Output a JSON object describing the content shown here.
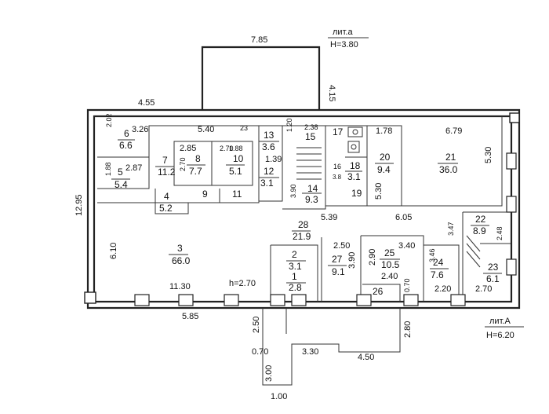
{
  "plan": {
    "top_dims": {
      "annex_width": "7.85",
      "annex_depth": "4.15",
      "left_span": "4.55"
    },
    "litera_a_small": {
      "name": "лит.а",
      "height": "H=3.80"
    },
    "litera_a_big": {
      "name": "лит.А",
      "height": "H=6.20"
    },
    "overall_height": "12.95",
    "ceiling_height": "h=2.70",
    "rooms": [
      {
        "num": "6",
        "area": "6.6"
      },
      {
        "num": "5",
        "area": "5.4"
      },
      {
        "num": "7",
        "area": "11.2"
      },
      {
        "num": "8",
        "area": "7.7"
      },
      {
        "num": "10",
        "area": "5.1"
      },
      {
        "num": "4",
        "area": "5.2"
      },
      {
        "num": "9",
        "area": ""
      },
      {
        "num": "11",
        "area": ""
      },
      {
        "num": "13",
        "area": "3.6"
      },
      {
        "num": "12",
        "area": "3.1"
      },
      {
        "num": "15",
        "area": ""
      },
      {
        "num": "14",
        "area": "9.3"
      },
      {
        "num": "16",
        "area": ""
      },
      {
        "num": "17",
        "area": ""
      },
      {
        "num": "18",
        "area": "3.1"
      },
      {
        "num": "19",
        "area": ""
      },
      {
        "num": "20",
        "area": "9.4"
      },
      {
        "num": "21",
        "area": "36.0"
      },
      {
        "num": "3",
        "area": "66.0"
      },
      {
        "num": "28",
        "area": "21.9"
      },
      {
        "num": "2",
        "area": "3.1"
      },
      {
        "num": "1",
        "area": "2.8"
      },
      {
        "num": "27",
        "area": "9.1"
      },
      {
        "num": "25",
        "area": "10.5"
      },
      {
        "num": "26",
        "area": ""
      },
      {
        "num": "24",
        "area": "7.6"
      },
      {
        "num": "22",
        "area": "8.9"
      },
      {
        "num": "23",
        "area": "6.1"
      }
    ],
    "dims": [
      "3.26",
      "2.02",
      "2.87",
      "1.88",
      "5.40",
      "2.85",
      "2.70",
      "2.70",
      "1.88",
      "23",
      "1.39",
      "1.20",
      "2.38",
      "3.90",
      "3.8",
      "1.78",
      "6.79",
      "5.30",
      "5.30",
      "5.39",
      "6.05",
      "3.47",
      "2.48",
      "2.50",
      "3.40",
      "2.90",
      "3.90",
      "2.40",
      "0.70",
      "2.20",
      "2.70",
      "6.10",
      "11.30",
      "5.85",
      "2.50",
      "0.70",
      "3.00",
      "3.30",
      "4.50",
      "2.80",
      "1.00",
      "3.46"
    ]
  }
}
